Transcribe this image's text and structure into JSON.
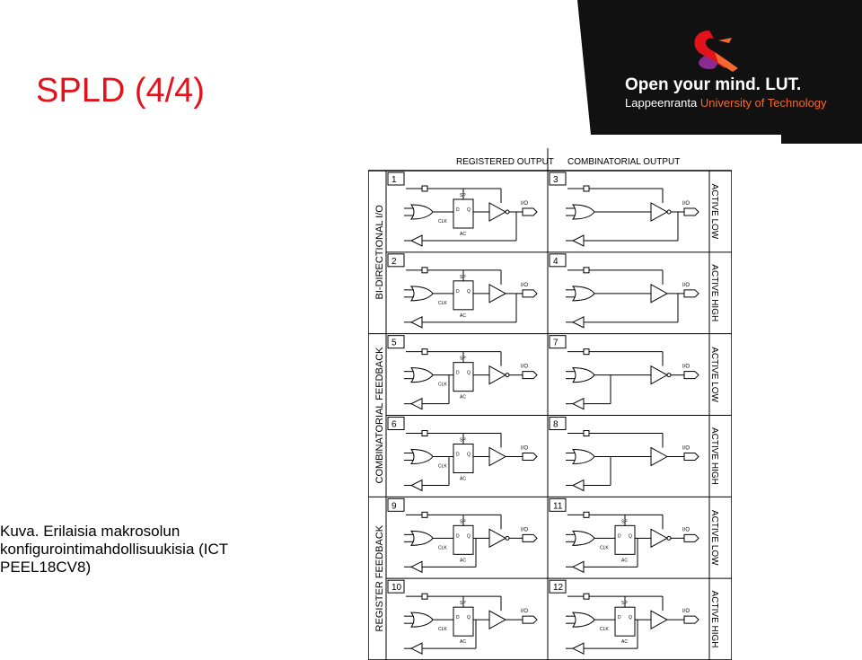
{
  "slide": {
    "title": "SPLD (4/4)",
    "caption_lines": [
      "Kuva. Erilaisia makrosolun",
      "konfigurointimahdollisuukisia (ICT",
      "PEEL18CV8)"
    ]
  },
  "logo": {
    "tagline": "Open your mind. LUT.",
    "city": "Lappeenranta",
    "university": "University of Technology",
    "colors": {
      "panel": "#111111",
      "accent_orange": "#f26a2e",
      "accent_red": "#e3131b",
      "accent_purple": "#8b2a8f"
    }
  },
  "diagram": {
    "col_headers": [
      "REGISTERED OUTPUT",
      "COMBINATORIAL OUTPUT"
    ],
    "row_groups": [
      "BI-DIRECTIONAL I/O",
      "COMBINATORIAL FEEDBACK",
      "REGISTER FEEDBACK"
    ],
    "polarity_labels": [
      "ACTIVE LOW",
      "ACTIVE HIGH",
      "ACTIVE LOW",
      "ACTIVE HIGH",
      "ACTIVE LOW",
      "ACTIVE HIGH"
    ],
    "cell_numbers": [
      [
        "1",
        "3"
      ],
      [
        "2",
        "4"
      ],
      [
        "5",
        "7"
      ],
      [
        "6",
        "8"
      ],
      [
        "9",
        "11"
      ],
      [
        "10",
        "12"
      ]
    ],
    "pin_label": "I/O",
    "ff_labels": {
      "sp": "SP",
      "ac": "AC",
      "clk": "CLK",
      "d": "D",
      "q": "Q"
    }
  },
  "colors": {
    "title": "#e3131b",
    "line": "#000000"
  }
}
